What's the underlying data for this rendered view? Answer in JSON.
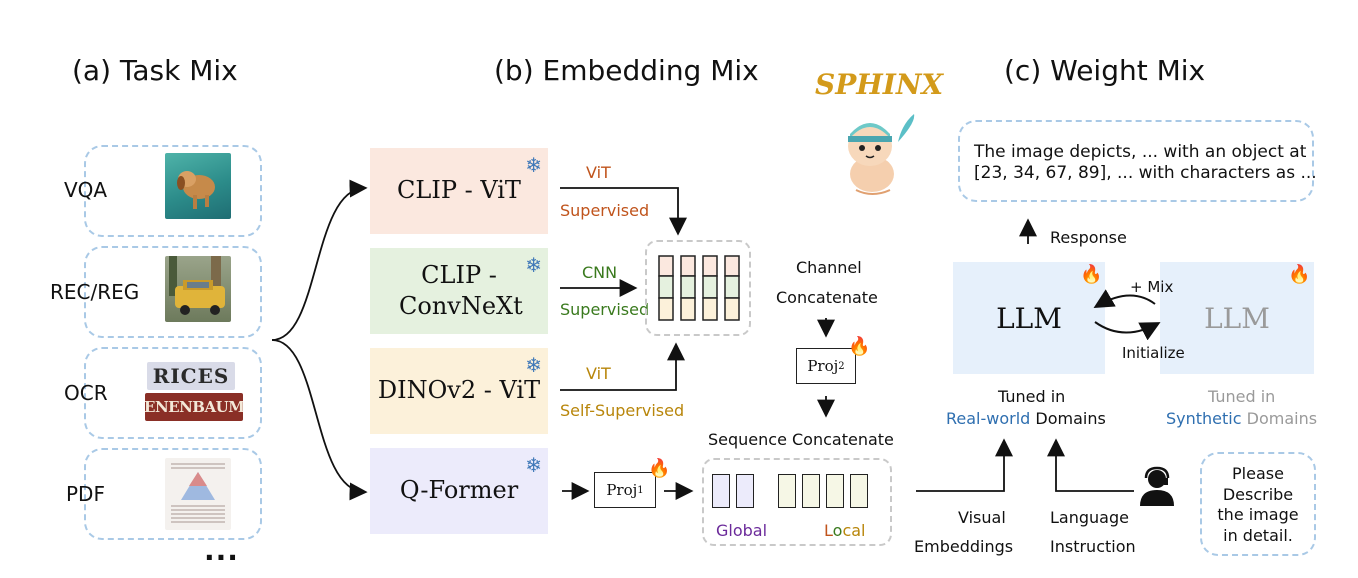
{
  "sections": {
    "task_mix": "(a) Task Mix",
    "embedding_mix": "(b) Embedding Mix",
    "weight_mix": "(c) Weight Mix"
  },
  "tasks": [
    "VQA",
    "REC/REG",
    "OCR",
    "PDF"
  ],
  "ellipsis": "...",
  "ocr_words": {
    "top": "RICES",
    "bottom": "TENENBAUMS"
  },
  "encoders": [
    {
      "label": "CLIP - ViT",
      "color": "#fbe8df"
    },
    {
      "label": "CLIP - ConvNeXt",
      "color": "#e5f1df"
    },
    {
      "label": "DINOv2 - ViT",
      "color": "#fcf1da"
    },
    {
      "label": "Q-Former",
      "color": "#ecebfb"
    }
  ],
  "encoder_tags": {
    "vit1_top": "ViT",
    "vit1_bottom": "Supervised",
    "cnn_top": "CNN",
    "cnn_bottom": "Supervised",
    "vit2_top": "ViT",
    "vit2_bottom": "Self-Supervised"
  },
  "channel_concat": {
    "line1": "Channel",
    "line2": "Concatenate"
  },
  "proj2": "Proj",
  "proj2_sub": "2",
  "proj1": "Proj",
  "proj1_sub": "1",
  "sequence_concat": "Sequence Concatenate",
  "global_label": "Global",
  "local_label": {
    "L": "L",
    "o": "o",
    "c": "c",
    "a": "a",
    "l": "l"
  },
  "sphinx": "SPHINX",
  "output_text": {
    "line1": "The image depicts, ... with an object at",
    "line2": "[23, 34, 67, 89], ... with characters as ..."
  },
  "response": "Response",
  "llm_real": "LLM",
  "llm_synth": "LLM",
  "mix_label": "+ Mix",
  "initialize_label": "Initialize",
  "tuned_real": {
    "line1": "Tuned in",
    "highlight": "Real-world",
    "rest": " Domains"
  },
  "tuned_synth": {
    "line1": "Tuned in",
    "highlight": "Synthetic",
    "rest": " Domains"
  },
  "visual_embeddings": {
    "line1": "Visual",
    "line2": "Embeddings"
  },
  "language_instruction": {
    "line1": "Language",
    "line2": "Instruction"
  },
  "user_prompt": [
    "Please",
    "Describe",
    "the image",
    "in detail."
  ],
  "icons": {
    "snowflake": "snowflake-icon",
    "flame": "flame-icon",
    "user": "user-headset-icon"
  },
  "colors": {
    "vit": "#c0541c",
    "cnn": "#3a7a1e",
    "self_sup": "#b8860b",
    "global": "#6b2a9a",
    "real_world": "#2f6fb0",
    "sphinx": "#d39a1a",
    "llm_bg": "#e6f0fb"
  }
}
